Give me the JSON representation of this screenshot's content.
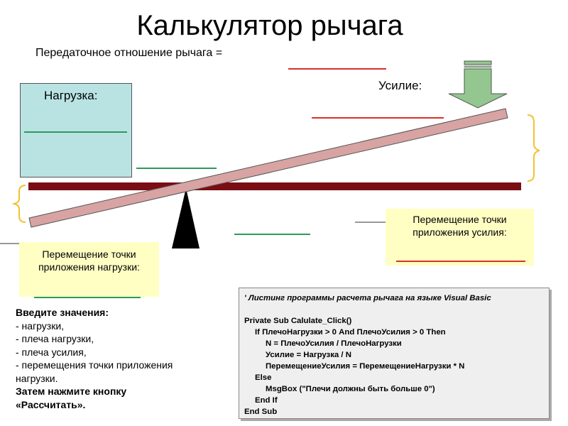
{
  "title": "Калькулятор рычага",
  "ratio_label": "Передаточное отношение рычага =",
  "load_label": "Нагрузка:",
  "effort_label": "Усилие:",
  "load_move_text": [
    "Перемещение точки",
    "приложения нагрузки:"
  ],
  "effort_move_text": [
    "Перемещение точки",
    "приложения усилия:"
  ],
  "instructions": {
    "heading": "Введите значения:",
    "items": [
      "- нагрузки,",
      "- плеча нагрузки,",
      "- плеча усилия,",
      " - перемещения точки приложения",
      "нагрузки."
    ],
    "footer": [
      "Затем нажмите кнопку",
      "«Рассчитать»."
    ]
  },
  "code_lines": [
    {
      "indent": 0,
      "text": "' Листинг программы расчета рычага на языке Visual Basic",
      "italic": true
    },
    {
      "indent": 0,
      "text": ""
    },
    {
      "indent": 0,
      "text": "Private Sub Calulate_Click()"
    },
    {
      "indent": 1,
      "text": "If ПлечоНагрузки > 0 And ПлечоУсилия > 0 Then"
    },
    {
      "indent": 2,
      "text": "N = ПлечоУсилия / ПлечоНагрузки"
    },
    {
      "indent": 2,
      "text": "Усилие = Нагрузка / N"
    },
    {
      "indent": 2,
      "text": "ПеремещениеУсилия = ПеремещениеНагрузки * N"
    },
    {
      "indent": 1,
      "text": "Else"
    },
    {
      "indent": 2,
      "text": "MsgBox (\"Плечи должны быть больше 0\")"
    },
    {
      "indent": 1,
      "text": "End If"
    },
    {
      "indent": 0,
      "text": "End Sub"
    }
  ],
  "colors": {
    "lever": "#d8a3a3",
    "base_beam": "#7a0e14",
    "fulcrum": "#000000",
    "arrow": "#93c78f",
    "load_box": "#b9e3e3",
    "note_box": "#ffffc4",
    "result_line": "#d9312b",
    "input_line": "#2e9a5a",
    "bracket": "#f2c230"
  }
}
